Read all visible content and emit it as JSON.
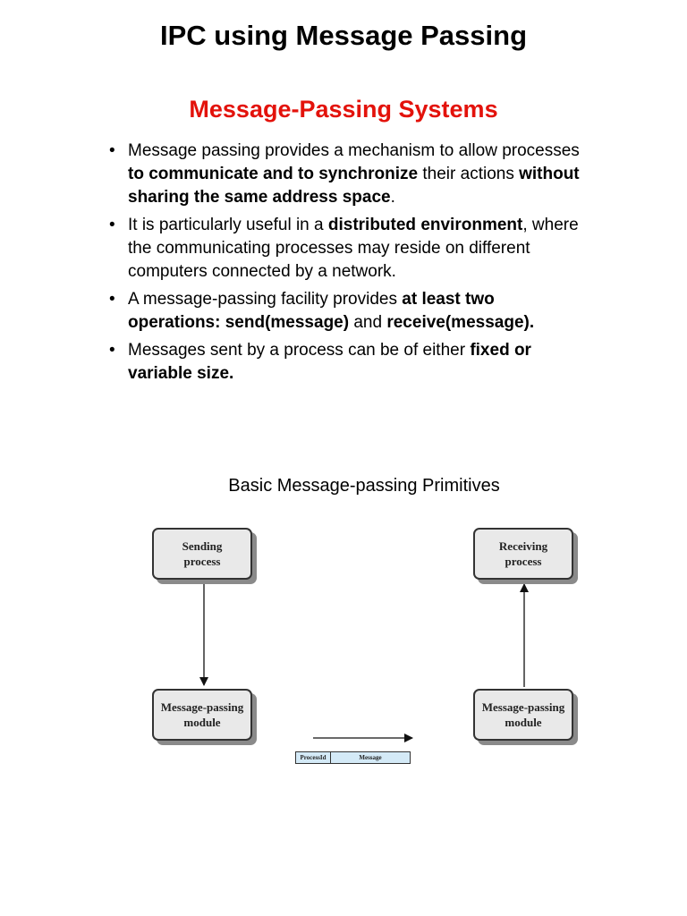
{
  "title": "IPC using Message Passing",
  "subtitle": "Message-Passing Systems",
  "bullets": [
    {
      "parts": [
        {
          "text": "Message passing provides a mechanism to allow processes ",
          "bold": false
        },
        {
          "text": "to communicate and to synchronize",
          "bold": true
        },
        {
          "text": " their actions ",
          "bold": false
        },
        {
          "text": "without sharing the same address space",
          "bold": true
        },
        {
          "text": ".",
          "bold": false
        }
      ]
    },
    {
      "parts": [
        {
          "text": "It is particularly useful in a ",
          "bold": false
        },
        {
          "text": "distributed environment",
          "bold": true
        },
        {
          "text": ", where the communicating processes may reside on different computers connected by a network.",
          "bold": false
        }
      ]
    },
    {
      "parts": [
        {
          "text": "A message-passing facility provides ",
          "bold": false
        },
        {
          "text": "at least two operations: send(message)",
          "bold": true
        },
        {
          "text": " and ",
          "bold": false
        },
        {
          "text": "receive(message).",
          "bold": true
        }
      ]
    },
    {
      "parts": [
        {
          "text": "Messages sent by a process can be of either ",
          "bold": false
        },
        {
          "text": "fixed or variable size.",
          "bold": true
        }
      ]
    }
  ],
  "bullet_symbol": "•",
  "diagram": {
    "caption": "Basic Message-passing Primitives",
    "sending_process": "Sending process",
    "receiving_process": "Receiving process",
    "sender_module": "Message-passing module",
    "receiver_module": "Message-passing module",
    "packet": {
      "process_id": "ProcessId",
      "message": "Message"
    },
    "colors": {
      "box_fill": "#e9e9e9",
      "box_shadow": "#8a8a8a",
      "packet_fill": "#d4eaf7"
    }
  },
  "colors": {
    "subtitle": "#e3120b",
    "text": "#000000"
  }
}
